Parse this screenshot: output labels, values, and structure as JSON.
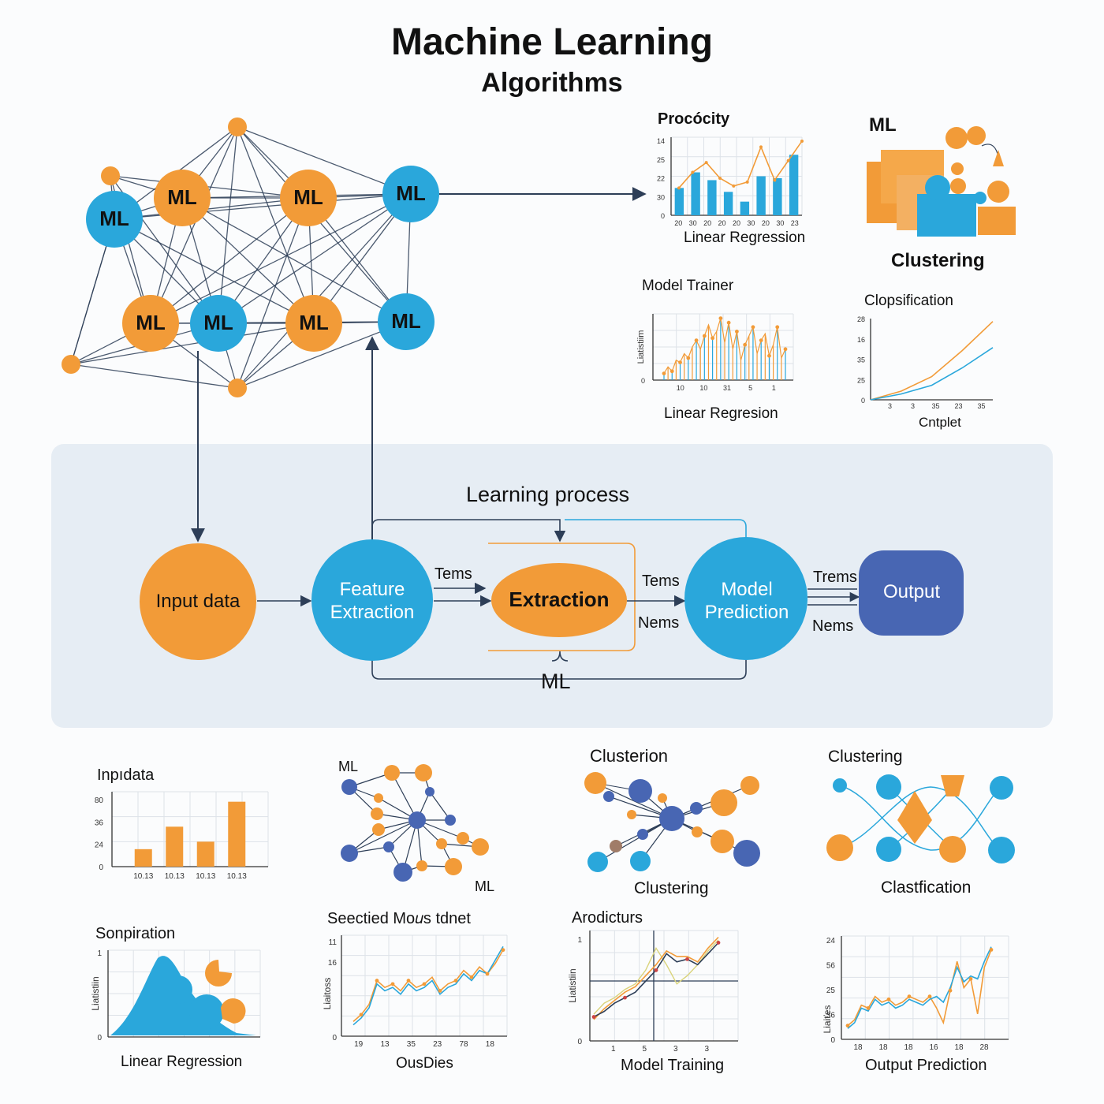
{
  "header": {
    "title": "Machine Learning",
    "subtitle": "Algorithms"
  },
  "colors": {
    "orange": "#f29b38",
    "blue": "#2aa7db",
    "navy": "#4866b3",
    "line": "#2d3e57",
    "panel_bg": "#e6edf4"
  },
  "network": {
    "node_label": "ML"
  },
  "top_charts": {
    "bar_line": {
      "title": "Procócity",
      "caption": "Linear Regression",
      "y_ticks": [
        "14",
        "25",
        "22",
        "30",
        "0"
      ],
      "x_ticks": [
        "20",
        "30",
        "20",
        "20",
        "20",
        "30",
        "20",
        "30",
        "23"
      ],
      "bar_values": [
        14,
        22,
        18,
        12,
        7,
        20,
        19,
        31
      ],
      "line_values": [
        14,
        22,
        27,
        19,
        15,
        17,
        35,
        18,
        28,
        38
      ]
    },
    "clustering_icon": {
      "title": "ML",
      "caption": "Clustering"
    },
    "stem": {
      "title": "Model Trainer",
      "caption": "Linear Regresion",
      "y_label": "Liatistiim",
      "y_ticks": [
        "0"
      ],
      "x_ticks": [
        "10",
        "10",
        "31",
        "5",
        "1"
      ],
      "values": [
        3,
        6,
        4,
        9,
        8,
        12,
        10,
        15,
        18,
        14,
        20,
        25,
        19,
        22,
        28,
        17,
        26,
        14,
        22,
        9,
        16,
        20,
        24,
        12,
        18,
        21,
        11,
        16,
        24,
        10,
        14
      ]
    },
    "classification": {
      "title": "Clopsification",
      "caption": "Cntplet",
      "y_ticks": [
        "28",
        "16",
        "35",
        "25",
        "0"
      ],
      "x_ticks": [
        "3",
        "3",
        "35",
        "23",
        "35"
      ],
      "series_orange": [
        0,
        3,
        8,
        17,
        27
      ],
      "series_blue": [
        0,
        2,
        5,
        11,
        18
      ]
    }
  },
  "process": {
    "title": "Learning process",
    "input_label": "Input data",
    "feature_label": "Feature Extraction",
    "extraction_label": "Extraction",
    "model_label": "Model Prediction",
    "output_label": "Output",
    "edge_terms_1": "Tems",
    "edge_terms_2": "Tems",
    "edge_names_1": "Nems",
    "edge_terms_3": "Trems",
    "edge_names_2": "Nems",
    "bottom_label": "ML"
  },
  "bottom_row1": {
    "bar": {
      "title": "Inpıdata",
      "y_ticks": [
        "80",
        "36",
        "24",
        "0"
      ],
      "x_ticks": [
        "10.13",
        "10.13",
        "10.13",
        "10.13"
      ],
      "values": [
        7,
        16,
        10,
        26
      ]
    },
    "graph": {
      "label_top": "ML",
      "label_bottom": "ML"
    },
    "cluster1": {
      "title": "Clusterion",
      "caption": "Clustering"
    },
    "cluster2": {
      "title": "Clustering",
      "caption": "Clastfication"
    }
  },
  "bottom_row2": {
    "area": {
      "title": "Sonpiration",
      "caption": "Linear Regression",
      "y_label": "Liatistiin",
      "y_ticks": [
        "1",
        "0"
      ]
    },
    "line1": {
      "title": "Seectied Mo𝑢s tdnet",
      "caption": "OusDies",
      "y_label": "Liaitoss",
      "y_ticks": [
        "11",
        "16",
        "0"
      ],
      "x_ticks": [
        "19",
        "13",
        "35",
        "23",
        "78",
        "18"
      ],
      "series_orange": [
        2,
        4,
        7,
        14,
        12,
        13,
        11,
        14,
        12,
        13,
        15,
        11,
        13,
        14,
        17,
        15,
        18,
        16,
        19,
        23
      ],
      "series_blue": [
        1,
        3,
        6,
        13,
        11,
        12,
        10,
        13,
        11,
        12,
        14,
        10,
        12,
        13,
        16,
        14,
        17,
        16,
        20,
        24
      ]
    },
    "line2": {
      "title": "Arodicturs",
      "caption": "Model Training",
      "y_label": "Liatistiin",
      "y_ticks": [
        "1",
        "0"
      ],
      "x_ticks": [
        "1",
        "5",
        "3",
        "3"
      ],
      "series_navy": [
        3,
        5,
        8,
        10,
        12,
        16,
        20,
        26,
        23,
        24,
        22,
        26,
        30
      ],
      "series_orange": [
        2,
        6,
        9,
        12,
        14,
        18,
        22,
        27,
        25,
        25,
        23,
        28,
        32
      ],
      "series_yellow": [
        4,
        8,
        10,
        13,
        15,
        20,
        28,
        22,
        15,
        18,
        22,
        27,
        31
      ]
    },
    "line3": {
      "title": "",
      "caption": "Output Prediction",
      "y_label": "Liaiťes",
      "y_ticks": [
        "24",
        "56",
        "25",
        "36",
        "0"
      ],
      "x_ticks": [
        "18",
        "18",
        "18",
        "16",
        "18",
        "28"
      ],
      "series_orange": [
        2,
        4,
        9,
        8,
        12,
        10,
        11,
        9,
        10,
        12,
        11,
        10,
        12,
        8,
        3,
        14,
        24,
        15,
        18,
        6,
        22,
        28
      ],
      "series_blue": [
        1,
        3,
        8,
        7,
        11,
        9,
        10,
        8,
        9,
        11,
        10,
        9,
        11,
        12,
        10,
        15,
        22,
        17,
        19,
        18,
        24,
        29
      ]
    }
  }
}
